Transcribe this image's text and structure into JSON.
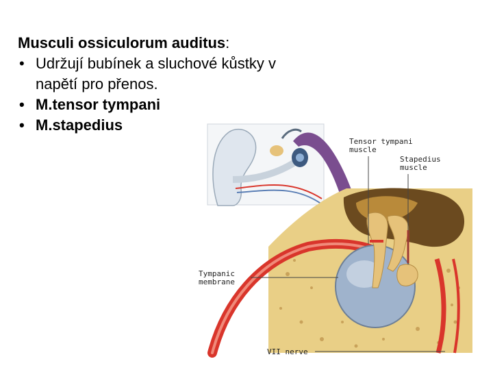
{
  "heading": {
    "bold": "Musculi ossiculorum auditus",
    "suffix": ":"
  },
  "bullets": [
    {
      "text": "Udržují bubínek a sluchové kůstky v napětí pro přenos.",
      "bold": false
    },
    {
      "text": "M.tensor tympani",
      "bold": true
    },
    {
      "text": "M.stapedius",
      "bold": true
    }
  ],
  "bullet_symbol": "•",
  "diagram": {
    "labels": {
      "tensor_tympani": "Tensor tympani\nmuscle",
      "stapedius": "Stapedius\nmuscle",
      "tympanic_membrane": "Tympanic\nmembrane",
      "vii_nerve": "VII nerve"
    },
    "colors": {
      "bone": "#e9cf86",
      "bone_dark": "#6b4a1f",
      "cavity": "#b98a3a",
      "membrane": "#9fb3cc",
      "vessel": "#d9352b",
      "ossicle": "#e6c27a",
      "arrow": "#7a4d8f",
      "skin": "#dfe6ee"
    }
  }
}
